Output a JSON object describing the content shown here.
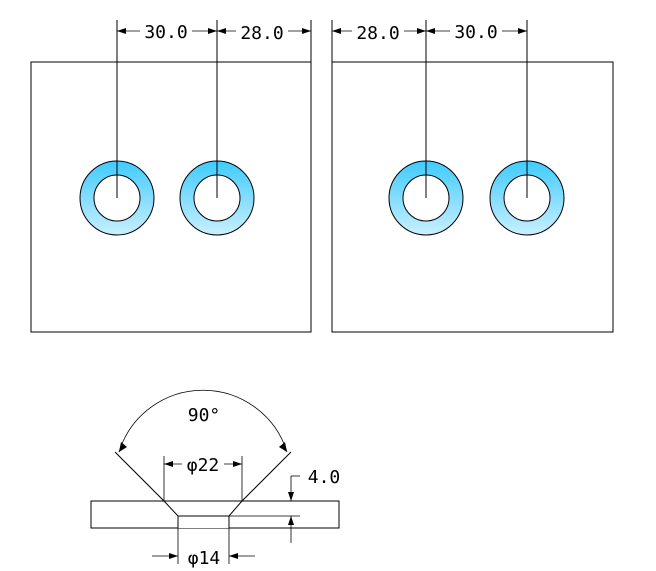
{
  "plates": {
    "left": {
      "dim_left": "30.0",
      "dim_right": "28.0"
    },
    "right": {
      "dim_left": "28.0",
      "dim_right": "30.0"
    }
  },
  "section": {
    "angle": "90°",
    "top_diameter": "φ22",
    "depth": "4.0",
    "bottom_diameter": "φ14"
  },
  "colors": {
    "fill_top": "#00BFFF",
    "fill_bottom": "#FFFFFF",
    "line": "#000000"
  }
}
